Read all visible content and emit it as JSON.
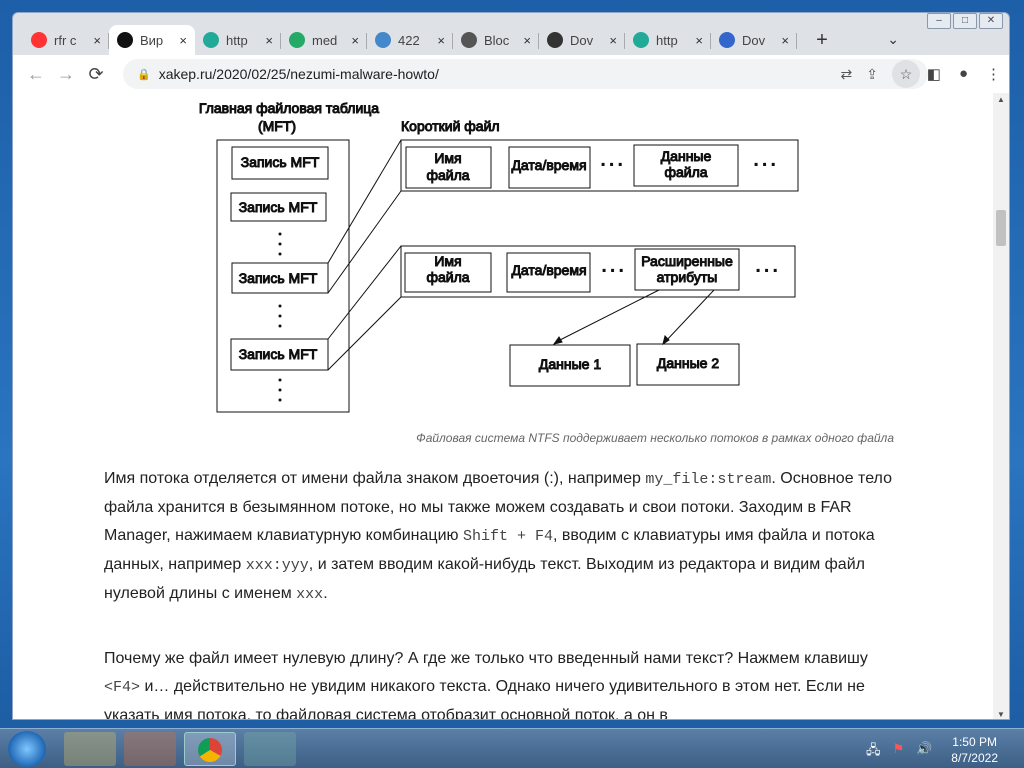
{
  "window": {
    "minimize": "–",
    "maximize": "□",
    "close": "✕"
  },
  "tabs": [
    {
      "label": "rfr с",
      "icon": "yandex-icon",
      "color": "#f33"
    },
    {
      "label": "Вир",
      "icon": "xakep-icon",
      "color": "#111",
      "active": true
    },
    {
      "label": "http",
      "icon": "download-icon",
      "color": "#2a9"
    },
    {
      "label": "med",
      "icon": "medium-icon",
      "color": "#2a6"
    },
    {
      "label": "422",
      "icon": "puzzle-icon",
      "color": "#48c"
    },
    {
      "label": "Bloc",
      "icon": "globe-icon",
      "color": "#555"
    },
    {
      "label": "Dov",
      "icon": "hat-icon",
      "color": "#333"
    },
    {
      "label": "http",
      "icon": "download-icon",
      "color": "#2a9"
    },
    {
      "label": "Dov",
      "icon": "arrow-down-icon",
      "color": "#36c"
    }
  ],
  "tab_close": "×",
  "new_tab": "+",
  "tab_menu": "⌄",
  "url": "xakep.ru/2020/02/25/nezumi-malware-howto/",
  "diagram": {
    "mft_title1": "Главная файловая таблица",
    "mft_title2": "(MFT)",
    "record": "Запись MFT",
    "short_file": "Короткий файл",
    "name1": "Имя",
    "name2": "файла",
    "datetime": "Дата/время",
    "data1": "Данные",
    "data2": "файла",
    "ext1": "Расширенные",
    "ext2": "атрибуты",
    "dots": "· · ·",
    "vdots": "⋮",
    "stream1": "Данные 1",
    "stream2": "Данные 2"
  },
  "caption": "Файловая система NTFS поддерживает несколько потоков в рамках одного файла",
  "p1": {
    "a": "Имя потока отделяется от имени файла знаком двоеточия (:), например ",
    "c1": "my_file:stream",
    "b": ". Основное тело файла хранится в безымянном потоке, но мы также можем создавать и свои потоки. Заходим в FAR Manager, нажимаем клавиатурную комбинацию ",
    "c2": "Shift + F4",
    "d": ", вводим с клавиатуры имя файла и потока данных, например ",
    "c3": "xxx:yyy",
    "e": ", и затем вводим какой-нибудь текст. Выходим из редактора и видим файл нулевой длины с именем ",
    "c4": "xxx",
    "f": "."
  },
  "p2": {
    "a": "Почему же файл имеет нулевую длину? А где же только что введенный нами текст? Нажмем клавишу ",
    "c1": "<F4>",
    "b": " и… действительно не увидим никакого текста. Однако ничего удивительного в этом нет. Если не указать имя потока, то файловая система отобразит основной поток, а он в"
  },
  "clock": {
    "time": "1:50 PM",
    "date": "8/7/2022"
  }
}
